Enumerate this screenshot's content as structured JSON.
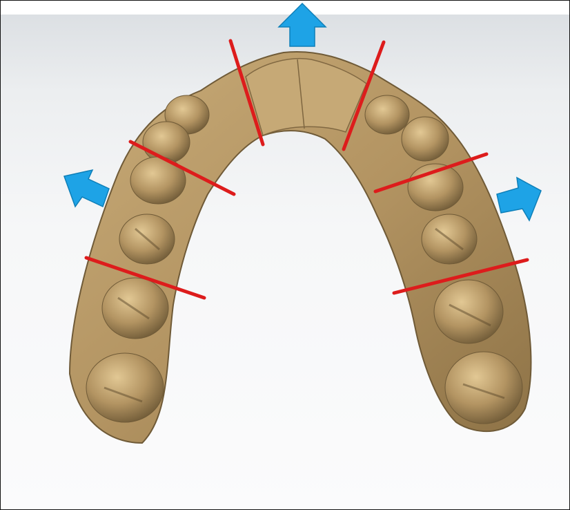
{
  "viewport": {
    "background_top": "#d9dde1",
    "background_bottom": "#fbfbfc"
  },
  "dental_model": {
    "type": "maxillary-arch-3d-scan",
    "tooth_color": "#b39462",
    "tooth_shadow_color": "#6f5a37",
    "segmentation_line_count": 6,
    "segmentation_line_color": "#dd1c1c"
  },
  "expansion_arrows": {
    "color": "#1ea3e6",
    "directions": [
      "up",
      "left",
      "right"
    ]
  }
}
